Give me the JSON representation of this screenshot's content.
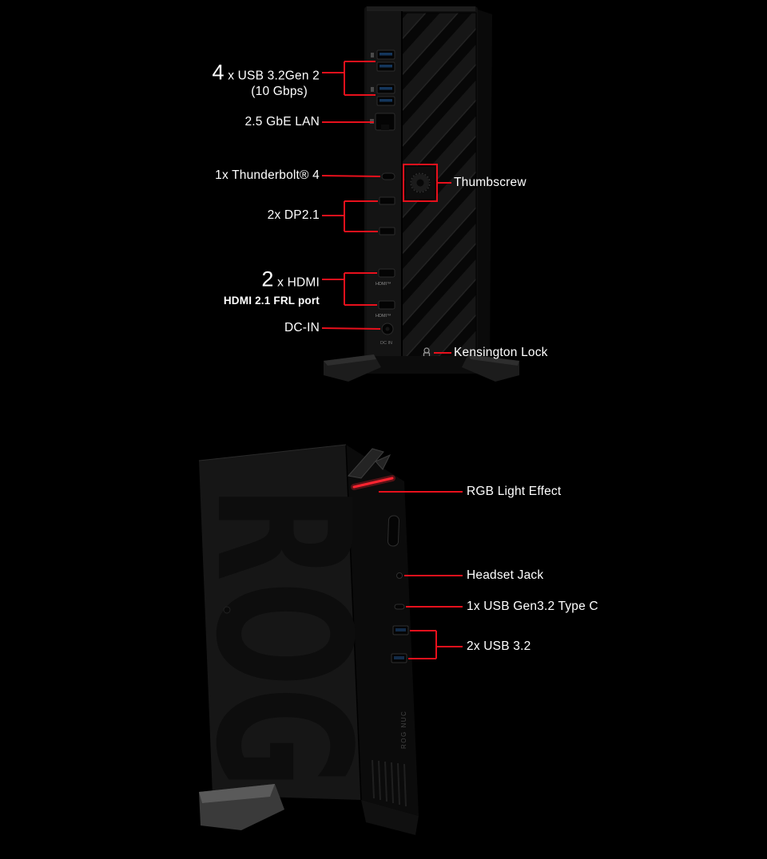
{
  "colors": {
    "background": "#000000",
    "accent": "#e8101c",
    "rgb": "#ff2430",
    "text": "#ffffff"
  },
  "rear": {
    "usb": {
      "count": "4",
      "label": " x USB 3.2Gen 2",
      "sub": "(10 Gbps)"
    },
    "lan": {
      "label": "2.5 GbE LAN"
    },
    "thunderbolt": {
      "label": "1x Thunderbolt® 4"
    },
    "dp": {
      "label": "2x DP2.1"
    },
    "hdmi": {
      "count": "2",
      "label": " x HDMI",
      "sub": "HDMI 2.1 FRL port"
    },
    "dcin": {
      "label": "DC-IN"
    },
    "thumbscrew": {
      "label": "Thumbscrew"
    },
    "kensington": {
      "label": "Kensington Lock"
    },
    "port_markings": {
      "hdmi_top": "HDMI™",
      "hdmi_bottom": "HDMI™",
      "dc": "DC IN"
    }
  },
  "front": {
    "rgb": {
      "label": "RGB Light Effect"
    },
    "headset": {
      "label": "Headset Jack"
    },
    "usbc": {
      "label": "1x USB Gen3.2 Type C"
    },
    "usb": {
      "label": "2x USB 3.2"
    },
    "logo_text": "ROG",
    "side_text": "ROG NUC"
  }
}
